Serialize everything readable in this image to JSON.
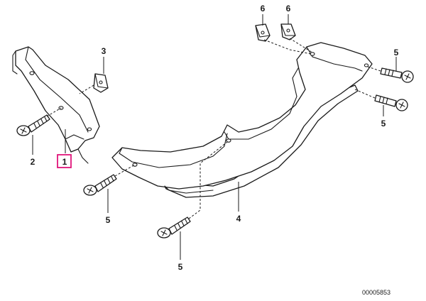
{
  "diagram": {
    "callouts": [
      {
        "id": "c1",
        "label": "1"
      },
      {
        "id": "c2",
        "label": "2"
      },
      {
        "id": "c3",
        "label": "3"
      },
      {
        "id": "c4",
        "label": "4"
      },
      {
        "id": "c5a",
        "label": "5"
      },
      {
        "id": "c5b",
        "label": "5"
      },
      {
        "id": "c5c",
        "label": "5"
      },
      {
        "id": "c5d",
        "label": "5"
      },
      {
        "id": "c6a",
        "label": "6"
      },
      {
        "id": "c6b",
        "label": "6"
      }
    ],
    "highlighted_callout": "1",
    "highlight_color": "#e0147a",
    "drawing_number": "00005853"
  }
}
